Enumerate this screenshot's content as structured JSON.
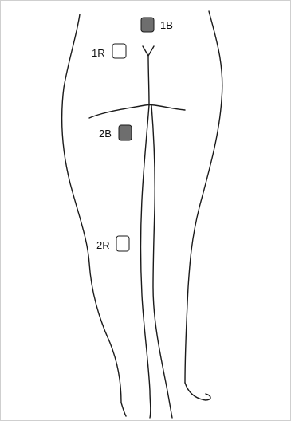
{
  "colors": {
    "outline": "#1a1a1a",
    "filled_marker": "#6e6e6e",
    "hollow_marker": "#ffffff",
    "frame": "#cfcfcf"
  },
  "markers": [
    {
      "id": "1B",
      "label": "1B",
      "style": "filled"
    },
    {
      "id": "1R",
      "label": "1R",
      "style": "hollow"
    },
    {
      "id": "2B",
      "label": "2B",
      "style": "filled"
    },
    {
      "id": "2R",
      "label": "2R",
      "style": "hollow"
    }
  ]
}
